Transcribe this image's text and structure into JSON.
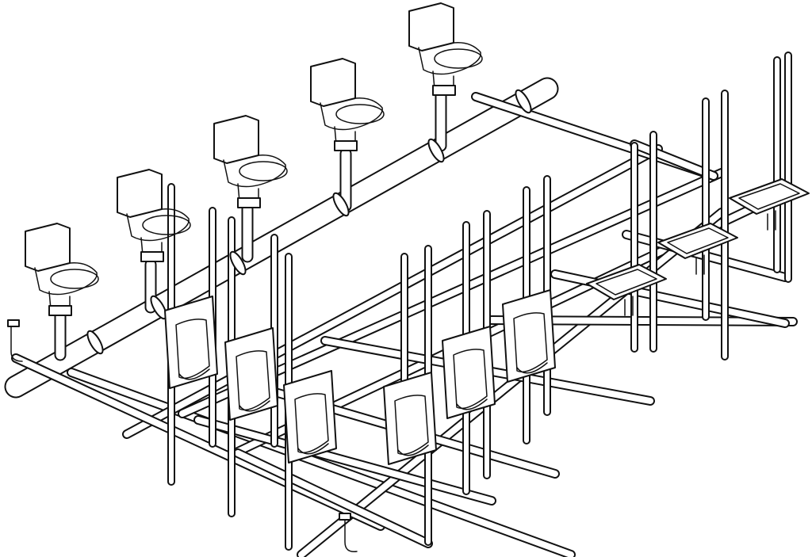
{
  "figure": {
    "caption": "",
    "colors": {
      "line": "#111111",
      "background": "#ffffff"
    },
    "fixtures": [
      {
        "kind": "toilet",
        "count": 5
      },
      {
        "kind": "urinal",
        "count": 6
      },
      {
        "kind": "lavatory",
        "count": 3
      }
    ],
    "icons": [
      "water-closet-icon",
      "urinal-icon",
      "lavatory-icon",
      "cleanout-icon",
      "p-trap-icon"
    ]
  }
}
